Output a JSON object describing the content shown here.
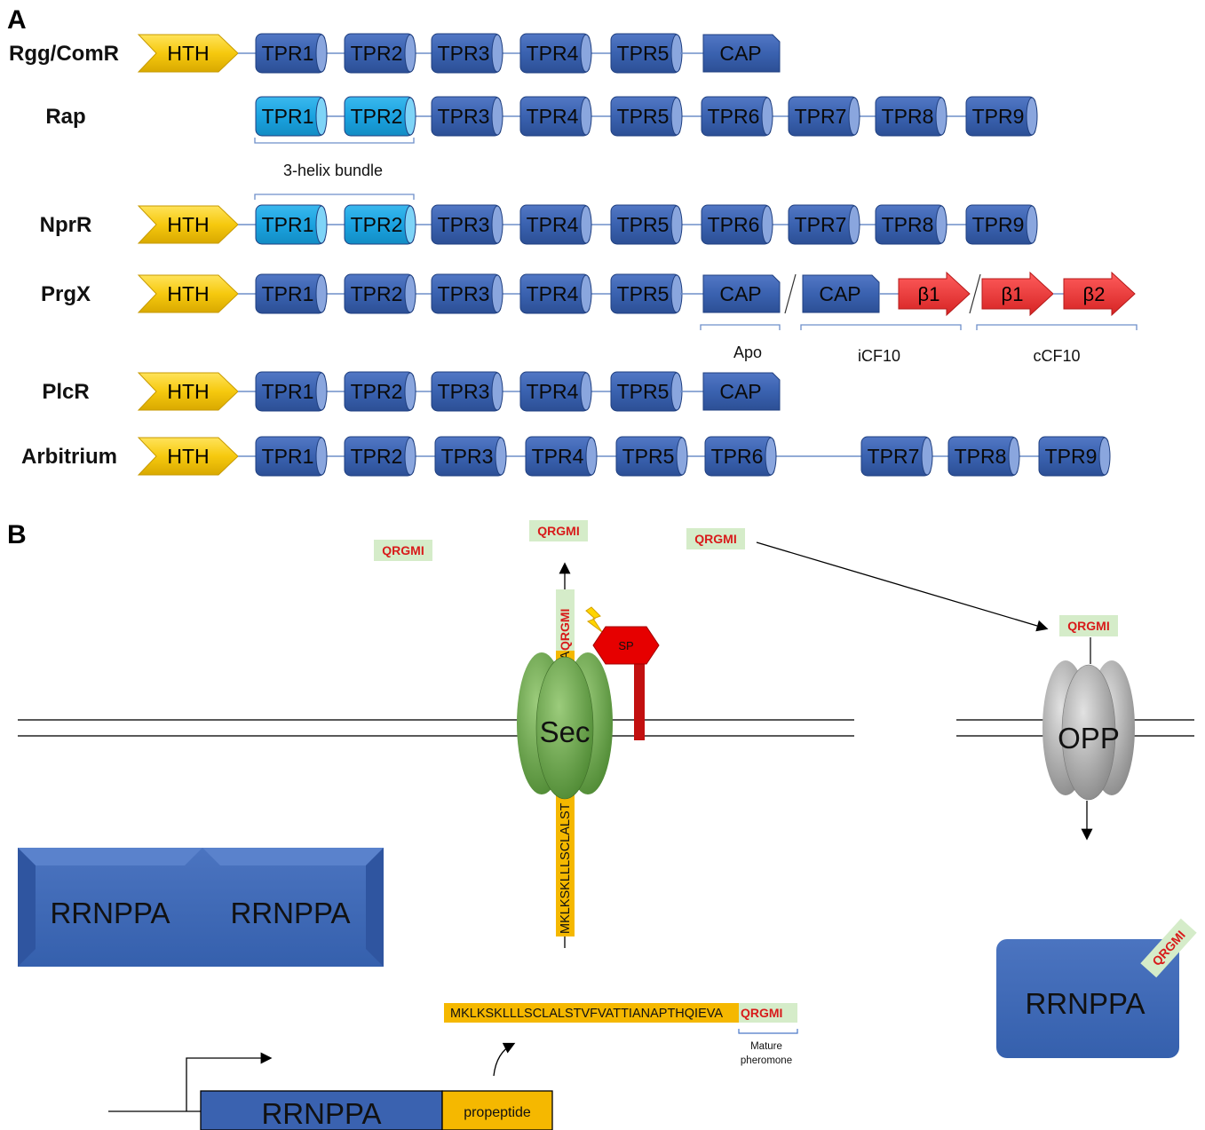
{
  "panels": {
    "a": "A",
    "b": "B"
  },
  "rows": [
    {
      "label": "Rgg/ComR",
      "hth": "HTH",
      "tprs": [
        "TPR1",
        "TPR2",
        "TPR3",
        "TPR4",
        "TPR5"
      ],
      "cap": "CAP"
    },
    {
      "label": "Rap",
      "tprs": [
        "TPR1",
        "TPR2",
        "TPR3",
        "TPR4",
        "TPR5",
        "TPR6",
        "TPR7",
        "TPR8",
        "TPR9"
      ],
      "bundle_label": "3-helix bundle"
    },
    {
      "label": "NprR",
      "hth": "HTH",
      "tprs": [
        "TPR1",
        "TPR2",
        "TPR3",
        "TPR4",
        "TPR5",
        "TPR6",
        "TPR7",
        "TPR8",
        "TPR9"
      ]
    },
    {
      "label": "PrgX",
      "hth": "HTH",
      "tprs": [
        "TPR1",
        "TPR2",
        "TPR3",
        "TPR4",
        "TPR5"
      ],
      "states": [
        {
          "label": "Apo",
          "cap": "CAP"
        },
        {
          "label": "iCF10",
          "cap": "CAP",
          "beta": [
            "β1"
          ]
        },
        {
          "label": "cCF10",
          "beta": [
            "β1",
            "β2"
          ]
        }
      ]
    },
    {
      "label": "PlcR",
      "hth": "HTH",
      "tprs": [
        "TPR1",
        "TPR2",
        "TPR3",
        "TPR4",
        "TPR5"
      ],
      "cap": "CAP"
    },
    {
      "label": "Arbitrium",
      "hth": "HTH",
      "tprs": [
        "TPR1",
        "TPR2",
        "TPR3",
        "TPR4",
        "TPR5",
        "TPR6",
        "TPR7",
        "TPR8",
        "TPR9"
      ]
    }
  ],
  "panel_b": {
    "pheromone": "QRGMI",
    "vertical_peptide": "MKLKSKLLLSCLALST",
    "vertical_peptide_top": "VA",
    "sec_label": "Sec",
    "sp_label": "SP",
    "opp_label": "OPP",
    "receptor": "RRNPPA",
    "gene_label": "RRNPPA",
    "propeptide_label": "propeptide",
    "sequence": "MKLKSKLLLSCLALSTVFVATTIANAPTHQIEVA",
    "mature_label_1": "Mature",
    "mature_label_2": "pheromone"
  },
  "colors": {
    "tpr": "#3a62b0",
    "tpr_light": "#1ba3e0",
    "hth": "#f6c90e",
    "beta": "#ee3b3b",
    "sec": "#6aa84f",
    "opp": "#a8a8a8",
    "sp": "#e60000",
    "peptide_bg": "#f5b800",
    "pheromone_bg": "#d5ecc9"
  }
}
